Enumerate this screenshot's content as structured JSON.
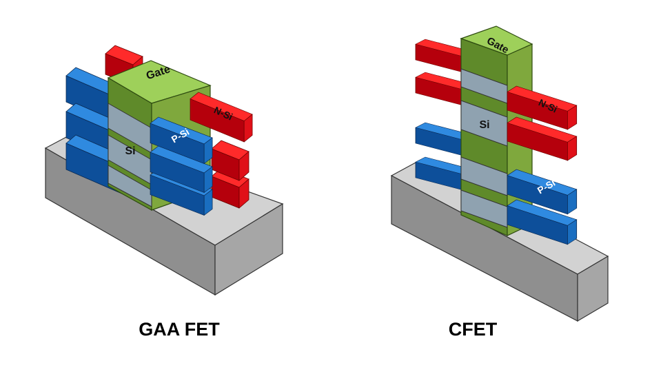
{
  "diagrams": [
    {
      "caption": "GAA FET",
      "labels": {
        "gate": "Gate",
        "channel": "Si",
        "n_type": "N-Si",
        "p_type": "P-Si"
      }
    },
    {
      "caption": "CFET",
      "labels": {
        "gate": "Gate",
        "channel": "Si",
        "n_type": "N-Si",
        "p_type": "P-Si"
      }
    }
  ],
  "colors": {
    "gate": "#7fa83d",
    "n_type": "#e8121d",
    "p_type": "#1a6ec0",
    "channel": "#8fa2b0",
    "substrate": "#9b9b9b"
  },
  "icons": [
    "substrate-block",
    "gate-block",
    "nanosheet-bar"
  ]
}
